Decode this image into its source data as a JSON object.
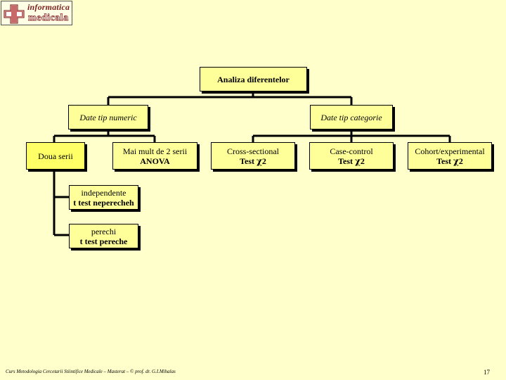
{
  "logo": {
    "line1": "informatica",
    "line2": "medicala"
  },
  "root": {
    "label": "Analiza diferentelor"
  },
  "numeric": {
    "label": "Date tip numeric",
    "doua_serii": "Doua serii",
    "mai_mult": {
      "line1": "Mai mult de 2 serii",
      "line2": "ANOVA"
    },
    "independente": {
      "line1": "independente",
      "line2": "t test neperecheh"
    },
    "perechi": {
      "line1": "perechi",
      "line2": "t test pereche"
    }
  },
  "categorie": {
    "label": "Date tip categorie",
    "tests": [
      {
        "line1": "Cross-sectional",
        "test_prefix": "Test ",
        "chi_symbol": "χ",
        "suffix": "2"
      },
      {
        "line1": "Case-control",
        "test_prefix": "Test ",
        "chi_symbol": "χ",
        "suffix": "2"
      },
      {
        "line1": "Cohort/experimental",
        "test_prefix": "Test ",
        "chi_symbol": "χ",
        "suffix": "2"
      }
    ]
  },
  "footer": {
    "text": "Curs Metodologia Cercetarii Stiintifice Medicale – Masterat – © prof. dr. G.I.Mihalas",
    "page": "17"
  },
  "colors": {
    "background": "#FFFFCC",
    "box": "#FFFF99",
    "shadow": "#000000"
  }
}
